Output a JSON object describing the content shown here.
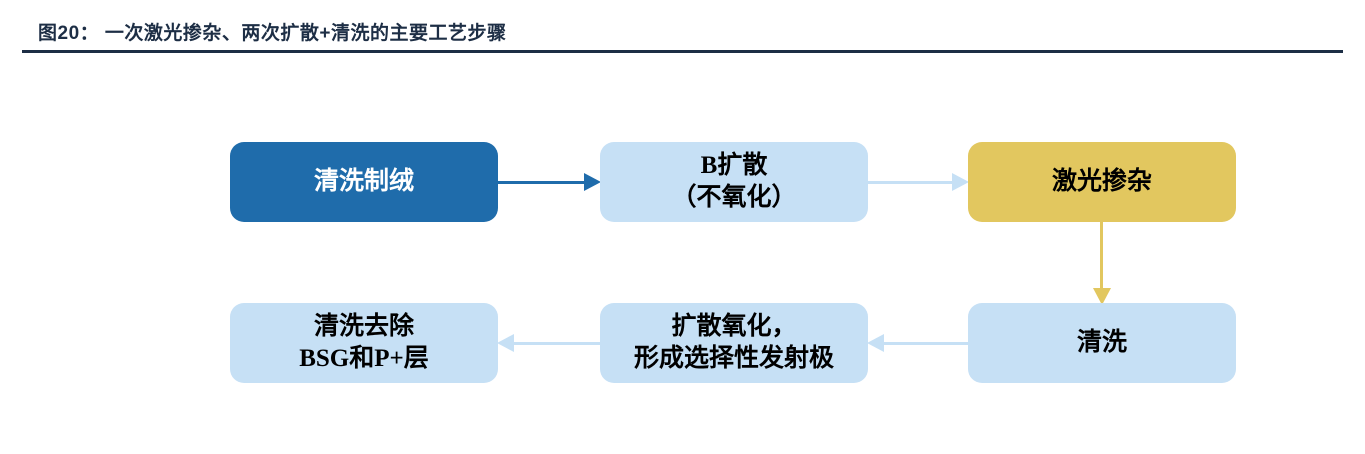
{
  "header": {
    "figure_label": "图20：",
    "figure_title": "一次激光掺杂、两次扩散+清洗的主要工艺步骤",
    "full_title": "图20：  一次激光掺杂、两次扩散+清洗的主要工艺步骤",
    "rule_color": "#1d2e45",
    "title_color": "#1d2e45"
  },
  "diagram": {
    "type": "flowchart",
    "colors": {
      "dark_blue": "#1f6cab",
      "light_blue": "#c6e0f5",
      "gold": "#e2c75f",
      "text_on_dark": "#ffffff",
      "text_on_light": "#000000"
    },
    "nodes": [
      {
        "id": "n1",
        "label": "清洗制绒",
        "style": "dark",
        "row": 1,
        "col": 1
      },
      {
        "id": "n2",
        "label": "B扩散\n（不氧化）",
        "style": "light",
        "row": 1,
        "col": 2
      },
      {
        "id": "n3",
        "label": "激光掺杂",
        "style": "gold",
        "row": 1,
        "col": 3
      },
      {
        "id": "n4",
        "label": "清洗",
        "style": "light",
        "row": 2,
        "col": 3
      },
      {
        "id": "n5",
        "label": "扩散氧化，\n形成选择性发射极",
        "style": "light",
        "row": 2,
        "col": 2
      },
      {
        "id": "n6",
        "label": "清洗去除\nBSG和P+层",
        "style": "light",
        "row": 2,
        "col": 1
      }
    ],
    "edges": [
      {
        "id": "e1",
        "from": "n1",
        "to": "n2",
        "direction": "right",
        "color": "#1f6cab"
      },
      {
        "id": "e2",
        "from": "n2",
        "to": "n3",
        "direction": "right",
        "color": "#c6e0f5"
      },
      {
        "id": "e3",
        "from": "n3",
        "to": "n4",
        "direction": "down",
        "color": "#e2c75f"
      },
      {
        "id": "e4",
        "from": "n4",
        "to": "n5",
        "direction": "left",
        "color": "#c6e0f5"
      },
      {
        "id": "e5",
        "from": "n5",
        "to": "n6",
        "direction": "left",
        "color": "#c6e0f5"
      }
    ]
  }
}
